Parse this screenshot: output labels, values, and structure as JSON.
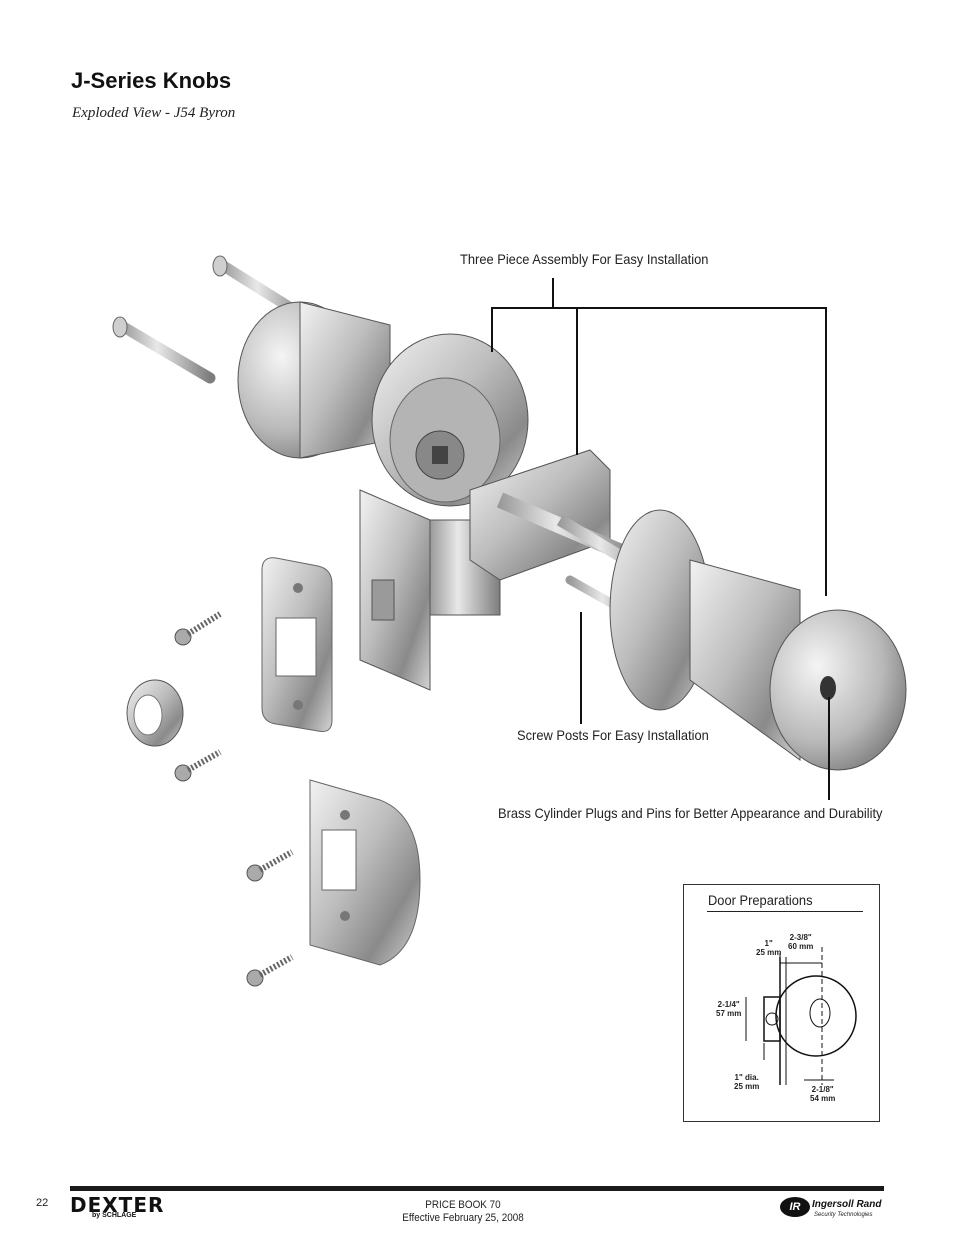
{
  "header": {
    "title": "J-Series Knobs",
    "subtitle": "Exploded View - J54 Byron"
  },
  "callouts": {
    "assembly": "Three Piece Assembly For Easy Installation",
    "screw_posts": "Screw Posts For Easy Installation",
    "cylinder": "Brass Cylinder Plugs and Pins for Better Appearance and Durability"
  },
  "door_preparations": {
    "title": "Door Preparations",
    "dim_backset_in": "1\"",
    "dim_backset_mm": "25 mm",
    "dim_bore_in": "2-3/8\"",
    "dim_bore_mm": "60 mm",
    "dim_height_in": "2-1/4\"",
    "dim_height_mm": "57 mm",
    "dim_hole_in": "1\" dia.",
    "dim_hole_mm": "25 mm",
    "dim_width_in": "2-1/8\"",
    "dim_width_mm": "54 mm"
  },
  "footer": {
    "page_number": "22",
    "brand": "DEXTER",
    "brand_sub": "by SCHLAGE",
    "price_book": "PRICE BOOK 70",
    "effective": "Effective February 25, 2008",
    "partner": "Ingersoll Rand",
    "partner_sub": "Security Technologies",
    "partner_mark": "IR"
  }
}
